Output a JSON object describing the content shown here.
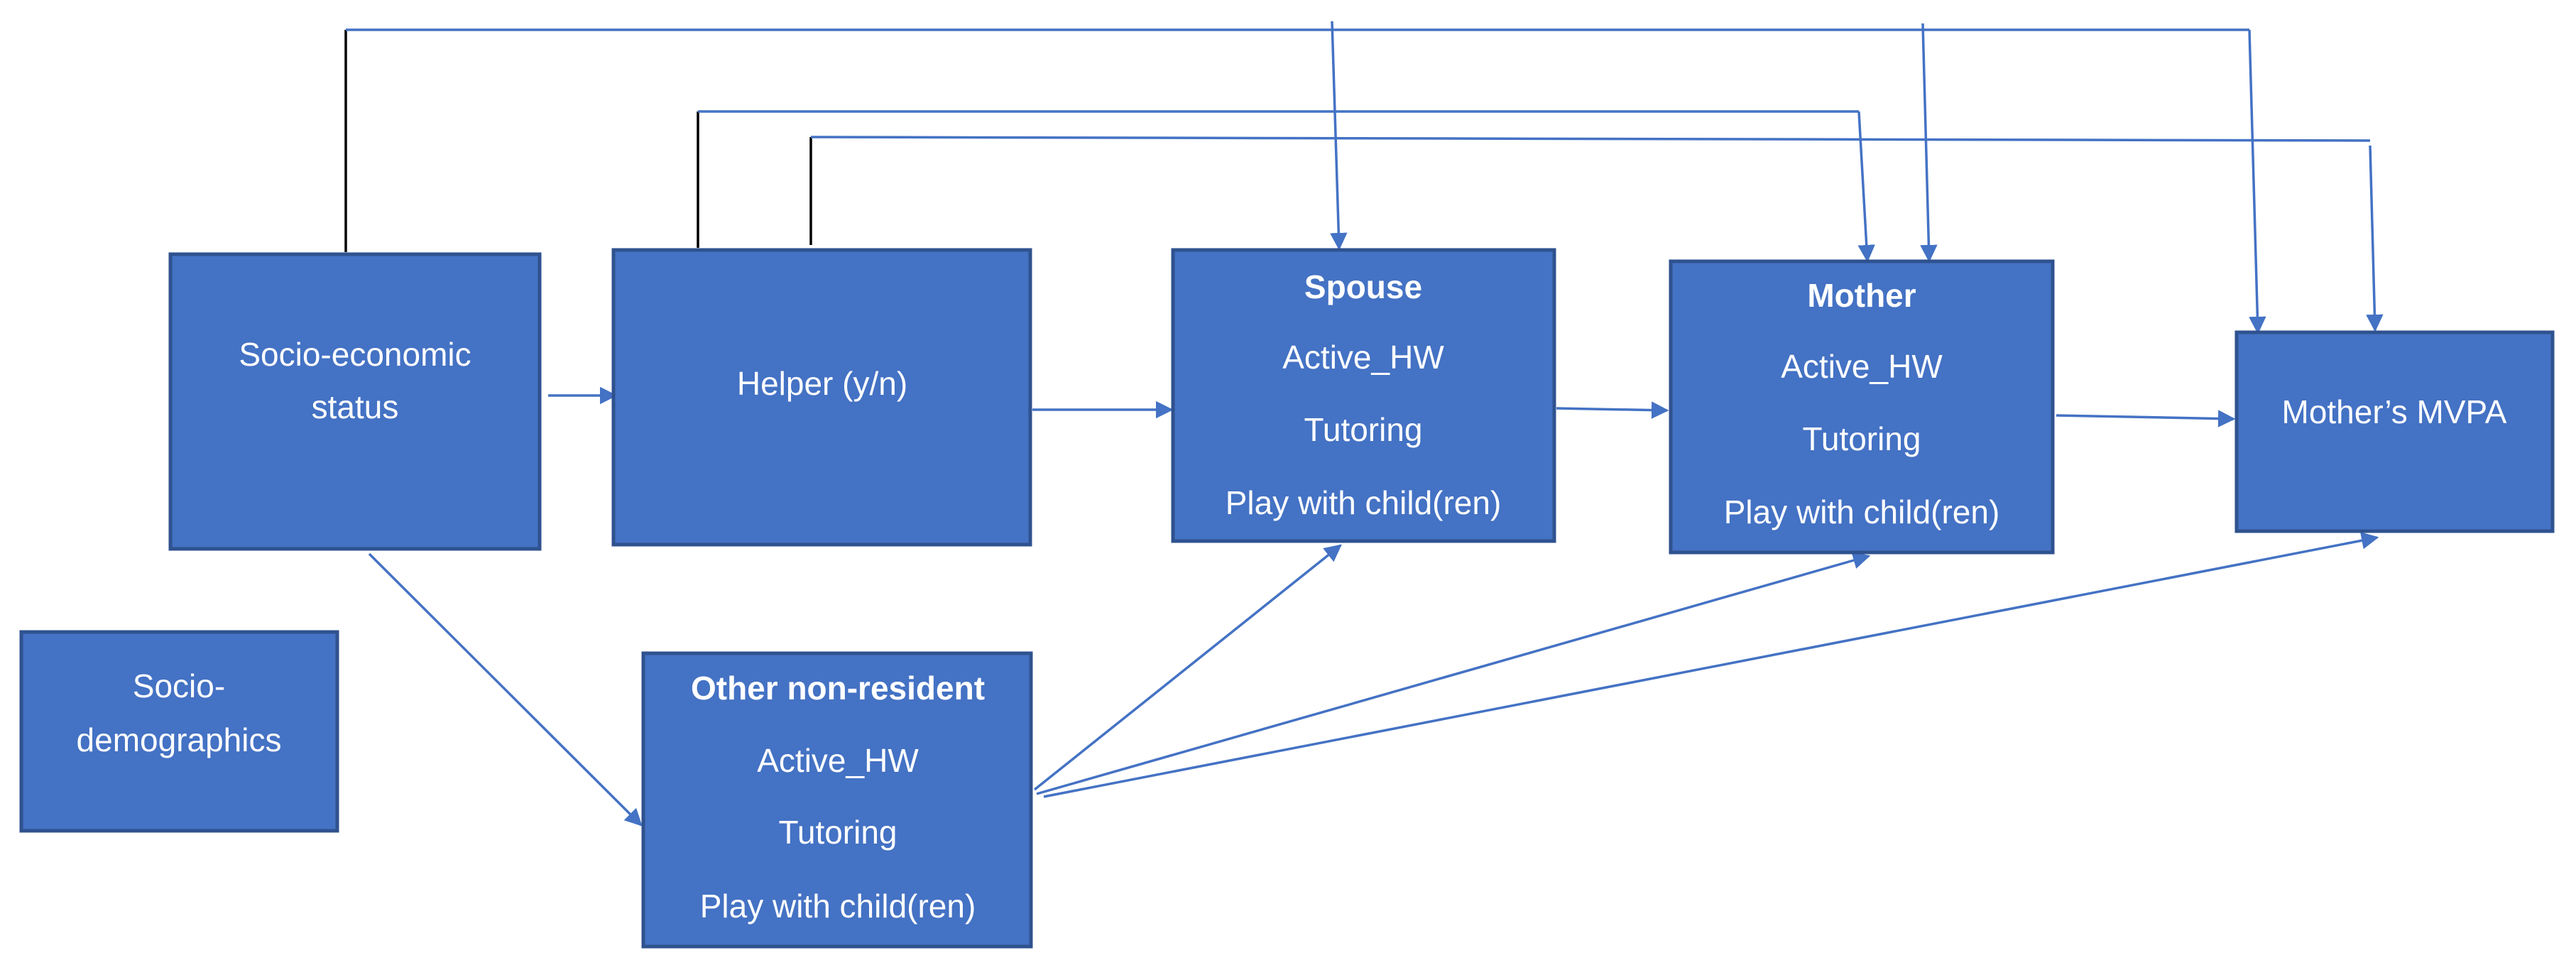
{
  "colors": {
    "box_fill": "#4472C4",
    "box_border": "#2F528F",
    "text": "#FFFFFF",
    "arrow": "#4472C4",
    "connector_black": "#000000"
  },
  "nodes": {
    "ses": {
      "line1": "Socio-economic",
      "line2": "status"
    },
    "helper": {
      "label": "Helper (y/n)"
    },
    "spouse": {
      "title": "Spouse",
      "item1": "Active_HW",
      "item2": "Tutoring",
      "item3": "Play with child(ren)"
    },
    "mother": {
      "title": "Mother",
      "item1": "Active_HW",
      "item2": "Tutoring",
      "item3": "Play with child(ren)"
    },
    "mvpa": {
      "label": "Mother’s MVPA"
    },
    "sociodemo": {
      "line1": "Socio-",
      "line2": "demographics"
    },
    "other": {
      "title": "Other non-resident",
      "item1": "Active_HW",
      "item2": "Tutoring",
      "item3": "Play with child(ren)"
    }
  }
}
